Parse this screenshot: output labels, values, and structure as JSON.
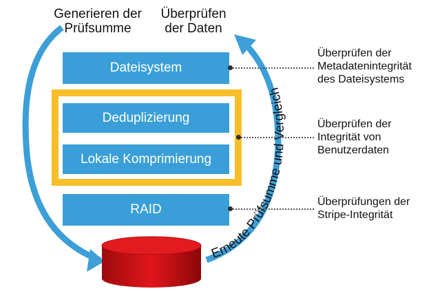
{
  "labels": {
    "generate_checksum": "Generieren der Prüfsumme",
    "verify_data": "Überprüfen der Daten",
    "recompute_compare": "Erneute Prüfsumme und Vergleich"
  },
  "layers": {
    "filesystem": "Dateisystem",
    "dedup": "Deduplizierung",
    "compression": "Lokale Komprimierung",
    "raid": "RAID"
  },
  "annotations": {
    "metadata": "Überprüfen der Metadatenintegrität des Dateisystems",
    "userdata": "Überprüfen der Integrität von Benutzerdaten",
    "stripe": "Überprüfungen der Stripe-Integrität"
  },
  "colors": {
    "box_blue": "#3a9fd8",
    "frame_yellow": "#f6bf2a",
    "arrow_blue": "#3d9fd7",
    "disk_red": "#d10d12"
  }
}
